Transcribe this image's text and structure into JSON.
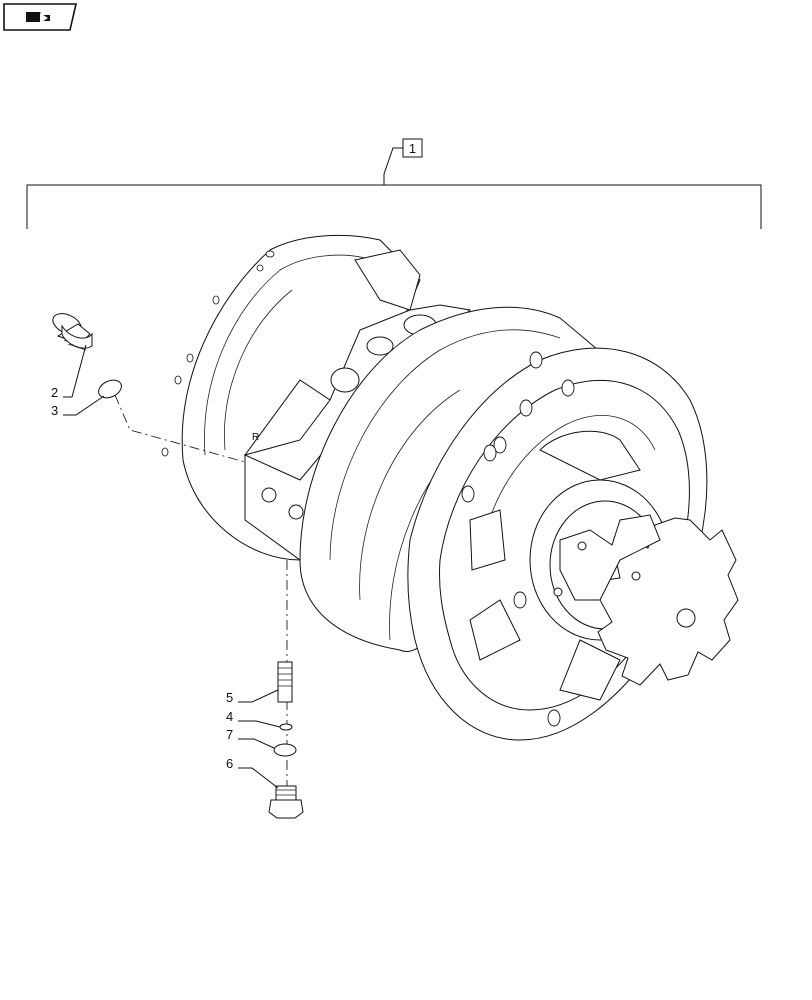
{
  "nav": {
    "icon": "book-page-icon"
  },
  "assembly": {
    "callout_label": "1"
  },
  "callouts": [
    {
      "id": "item-2",
      "label": "2"
    },
    {
      "id": "item-3",
      "label": "3"
    },
    {
      "id": "item-5",
      "label": "5"
    },
    {
      "id": "item-4",
      "label": "4"
    },
    {
      "id": "item-7",
      "label": "7"
    },
    {
      "id": "item-6",
      "label": "6"
    }
  ]
}
